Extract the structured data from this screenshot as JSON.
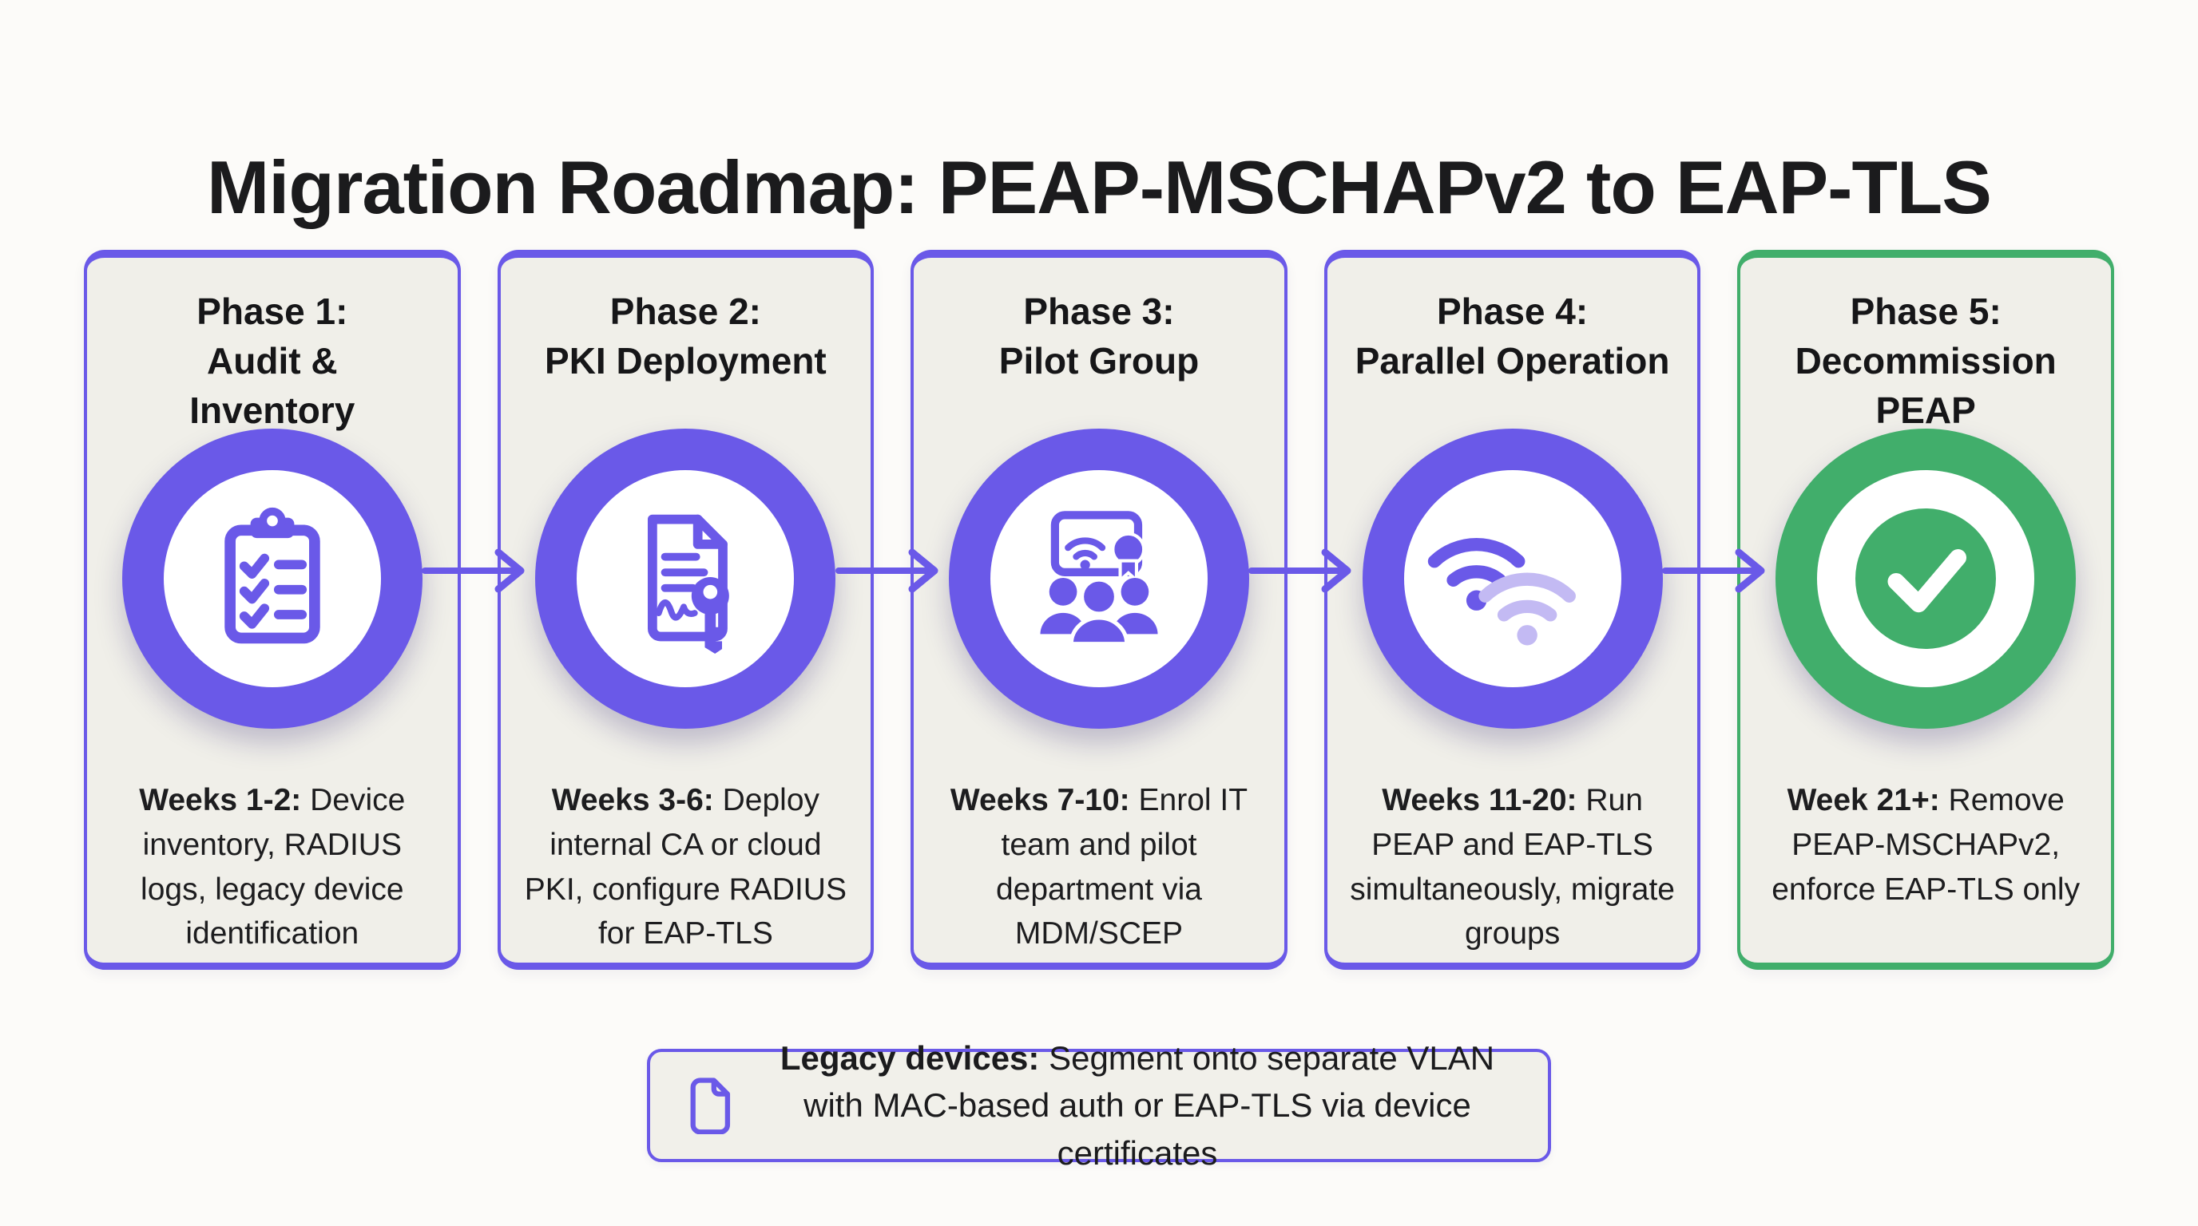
{
  "title": "Migration Roadmap: PEAP-MSCHAPv2 to EAP-TLS",
  "colors": {
    "accent_purple": "#6a59e8",
    "accent_purple_light": "#c3baf3",
    "accent_green": "#41ae6b",
    "card_background": "#f0efe9",
    "page_background": "#fcfbf9",
    "text": "#1d1d1f"
  },
  "phases": [
    {
      "title": "Phase 1:\nAudit &\nInventory",
      "icon": "clipboard-checklist-icon",
      "desc_bold": "Weeks 1-2:",
      "desc_rest": " Device inventory, RADIUS logs, legacy device identification",
      "accent": "#6a59e8"
    },
    {
      "title": "Phase 2:\nPKI Deployment",
      "icon": "certificate-key-icon",
      "desc_bold": "Weeks 3-6:",
      "desc_rest": " Deploy internal CA or cloud PKI, configure RADIUS for EAP-TLS",
      "accent": "#6a59e8"
    },
    {
      "title": "Phase 3:\nPilot Group",
      "icon": "pilot-group-icon",
      "desc_bold": "Weeks 7-10:",
      "desc_rest": " Enrol IT team and pilot department via MDM/SCEP",
      "accent": "#6a59e8"
    },
    {
      "title": "Phase 4:\nParallel Operation",
      "icon": "dual-wifi-icon",
      "desc_bold": "Weeks 11-20:",
      "desc_rest": " Run PEAP and EAP-TLS simultaneously, migrate groups",
      "accent": "#6a59e8"
    },
    {
      "title": "Phase 5:\nDecommission\nPEAP",
      "icon": "check-circle-icon",
      "desc_bold": "Week 21+:",
      "desc_rest": " Remove PEAP-MSCHAPv2, enforce EAP-TLS only",
      "accent": "#41ae6b"
    }
  ],
  "note": {
    "icon": "document-icon",
    "bold": "Legacy devices:",
    "rest": " Segment onto separate VLAN with MAC-based auth or EAP-TLS via device certificates"
  }
}
